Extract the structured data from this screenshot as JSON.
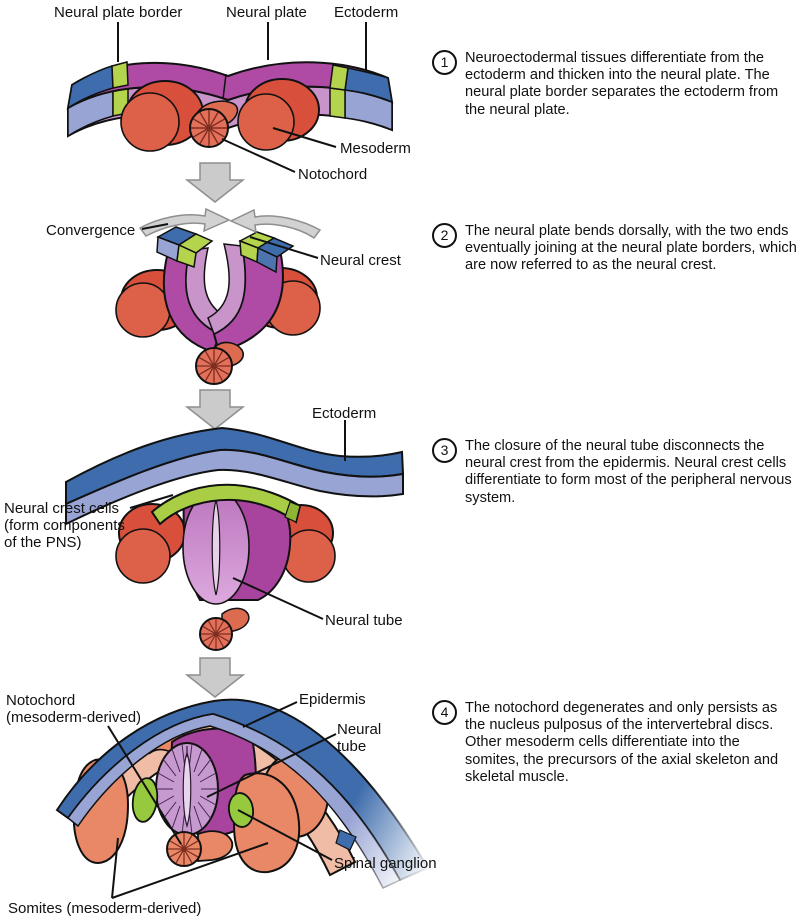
{
  "figure_subject": "Neurulation stages diagram",
  "steps": [
    {
      "number": "1",
      "text": "Neuroectodermal tissues differentiate from the ectoderm and thicken into the neural plate. The neural plate border separates the ectoderm from the neural plate."
    },
    {
      "number": "2",
      "text": "The neural plate bends dorsally, with the two ends eventually joining at the neural plate borders, which are now referred to as the neural crest."
    },
    {
      "number": "3",
      "text": "The closure of the neural tube disconnects the neural crest from the epidermis. Neural crest cells differentiate to form most of the peripheral nervous system."
    },
    {
      "number": "4",
      "text": "The notochord degenerates and only persists as the nucleus pulposus of the intervertebral discs. Other mesoderm cells differentiate into the somites, the precursors of the axial skeleton and skeletal muscle."
    }
  ],
  "labels": {
    "panel1": {
      "neural_plate_border": "Neural plate border",
      "neural_plate": "Neural plate",
      "ectoderm": "Ectoderm",
      "mesoderm": "Mesoderm",
      "notochord": "Notochord"
    },
    "panel2": {
      "convergence": "Convergence",
      "neural_crest": "Neural crest"
    },
    "panel3": {
      "ectoderm": "Ectoderm",
      "neural_crest_cells": "Neural crest cells\n(form components\nof the PNS)",
      "neural_tube": "Neural tube"
    },
    "panel4": {
      "notochord": "Notochord\n(mesoderm-derived)",
      "epidermis": "Epidermis",
      "neural_tube": "Neural\ntube",
      "spinal_ganglion": "Spinal ganglion",
      "somites": "Somites (mesoderm-derived)"
    }
  },
  "colors": {
    "ectoderm_top_blue": "#3E6CAC",
    "ectoderm_front_periwinkle": "#98A4D4",
    "neural_plate_top_magenta": "#AF4BA5",
    "neural_plate_front_pink": "#C894CA",
    "neural_border_green": "#B5D44E",
    "ganglion_green": "#96C93D",
    "mesoderm_red": "#D8503C",
    "mesoderm_red_front": "#DD6148",
    "notochord_coral": "#E2705A",
    "somite_coral": "#E98867",
    "mesoderm_pale_layer": "#F1BCA5",
    "neural_tube_purple": "#C583C6",
    "neural_tube_mass_magenta": "#A8439E",
    "arrow_gray": "#CBCBCB",
    "outline_black": "#111111"
  }
}
